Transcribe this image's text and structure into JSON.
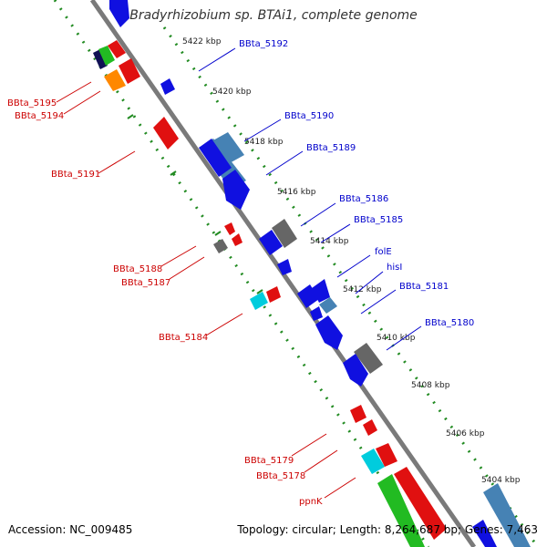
{
  "title": "Bradyrhizobium sp. BTAi1, complete genome",
  "accession": "Accession: NC_009485",
  "topology": "Topology: circular; Length: 8,264,687 bp; Genes: 7,463",
  "colors": {
    "backbone": "#888888",
    "ticks": "#228B22",
    "label_forward": "#0000CC",
    "label_reverse": "#CC0000",
    "gene_blue": "#1010E0",
    "gene_red": "#E01010",
    "gene_gray": "#666666",
    "gene_cyan": "#00CCDD",
    "gene_green": "#22BB22",
    "gene_orange": "#FF8800",
    "gene_steel": "#4682B4"
  },
  "kbp_ticks": [
    "5422 kbp",
    "5420 kbp",
    "5418 kbp",
    "5416 kbp",
    "5414 kbp",
    "5412 kbp",
    "5410 kbp",
    "5408 kbp",
    "5406 kbp",
    "5404 kbp"
  ],
  "labels_forward": [
    "BBta_5192",
    "BBta_5190",
    "BBta_5189",
    "BBta_5186",
    "BBta_5185",
    "folE",
    "hisI",
    "BBta_5181",
    "BBta_5180"
  ],
  "labels_reverse": [
    "BBta_5195",
    "BBta_5194",
    "BBta_5191",
    "BBta_5188",
    "BBta_5187",
    "BBta_5184",
    "BBta_5179",
    "BBta_5178",
    "ppnK"
  ]
}
